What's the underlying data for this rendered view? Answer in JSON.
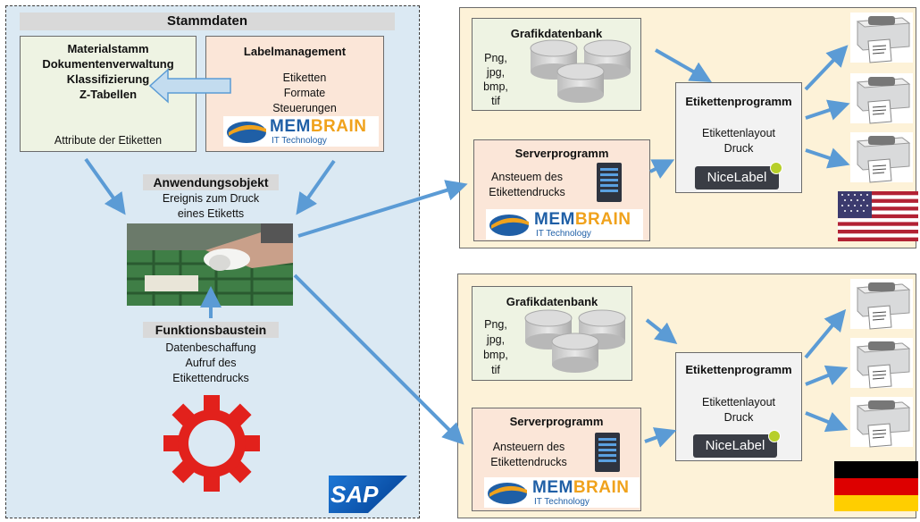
{
  "stammdaten": {
    "header": "Stammdaten",
    "material": {
      "lines": [
        "Materialstamm",
        "Dokumentenverwaltung",
        "Klassifizierung",
        "Z-Tabellen"
      ],
      "attribute": "Attribute der Etiketten"
    },
    "label": {
      "title": "Labelmanagement",
      "items": [
        "Etiketten",
        "Formate",
        "Steuerungen"
      ]
    }
  },
  "anwendung": {
    "title": "Anwendungsobjekt",
    "lines": [
      "Ereignis zum Druck",
      "eines Etiketts"
    ]
  },
  "funktion": {
    "title": "Funktionsbaustein",
    "lines": [
      "Datenbeschaffung",
      "Aufruf des",
      "Etikettendrucks"
    ]
  },
  "sap_logo": "SAP",
  "membrain": {
    "mem": "MEM",
    "brain": "BRAIN",
    "sub": "IT Technology"
  },
  "nicelabel": "NiceLabel",
  "top_site": {
    "grafik_title": "Grafikdatenbank",
    "formats": [
      "Png,",
      "jpg,",
      "bmp,",
      "tif"
    ],
    "server_title": "Serverprogramm",
    "server_lines": [
      "Ansteuem des",
      "Etikettendrucks"
    ],
    "etikett_title": "Etikettenprogramm",
    "etikett_lines": [
      "Etikettenlayout",
      "Druck"
    ],
    "flag": "USA"
  },
  "bottom_site": {
    "grafik_title": "Grafikdatenbank",
    "formats": [
      "Png,",
      "jpg,",
      "bmp,",
      "tif"
    ],
    "server_title": "Serverprogramm",
    "server_lines": [
      "Ansteuern des",
      "Etikettendrucks"
    ],
    "etikett_title": "Etikettenprogramm",
    "etikett_lines": [
      "Etikettenlayout",
      "Druck"
    ],
    "flag": "Germany"
  },
  "colors": {
    "arrow": "#5b9bd5",
    "sap_panel": "#dbe9f3",
    "site_panel": "#fdf2d8",
    "gear": "#e2211c"
  }
}
